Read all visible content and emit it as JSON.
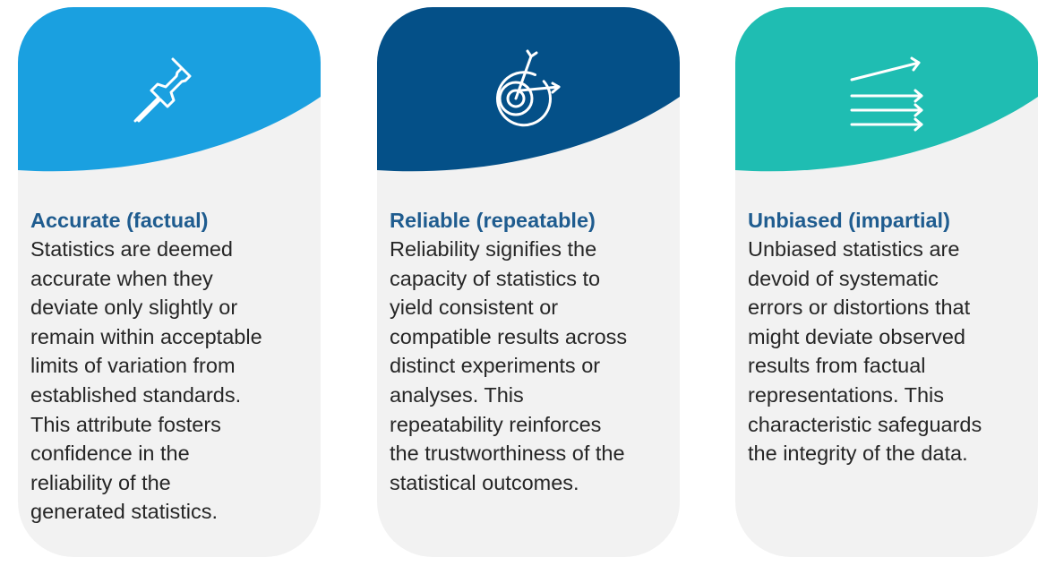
{
  "colors": {
    "card_background": "#f2f2f2",
    "title_text": "#1f5c8f",
    "body_text": "#262626",
    "icon_stroke": "#ffffff"
  },
  "cards": [
    {
      "header_color": "#1aa0e0",
      "icon": "pushpin-icon",
      "title": "Accurate (factual)",
      "lines": [
        "Statistics are deemed",
        "accurate when they",
        "deviate only slightly or",
        "remain within acceptable",
        "limits of variation from",
        "established standards.",
        "This attribute fosters",
        "confidence in the",
        "reliability of the",
        "generated statistics."
      ]
    },
    {
      "header_color": "#045088",
      "icon": "target-arrows-icon",
      "title": "Reliable (repeatable)",
      "lines": [
        "Reliability signifies the",
        "capacity of statistics to",
        "yield consistent or",
        "compatible results across",
        "distinct experiments or",
        "analyses. This",
        "repeatability reinforces",
        "the trustworthiness of the",
        "statistical outcomes."
      ]
    },
    {
      "header_color": "#1fbdb2",
      "icon": "diverging-arrows-icon",
      "title": "Unbiased (impartial)",
      "lines": [
        "Unbiased statistics are",
        "devoid of systematic",
        "errors or distortions that",
        "might deviate observed",
        "results from factual",
        "representations. This",
        "characteristic safeguards",
        "the integrity of the data."
      ]
    }
  ]
}
